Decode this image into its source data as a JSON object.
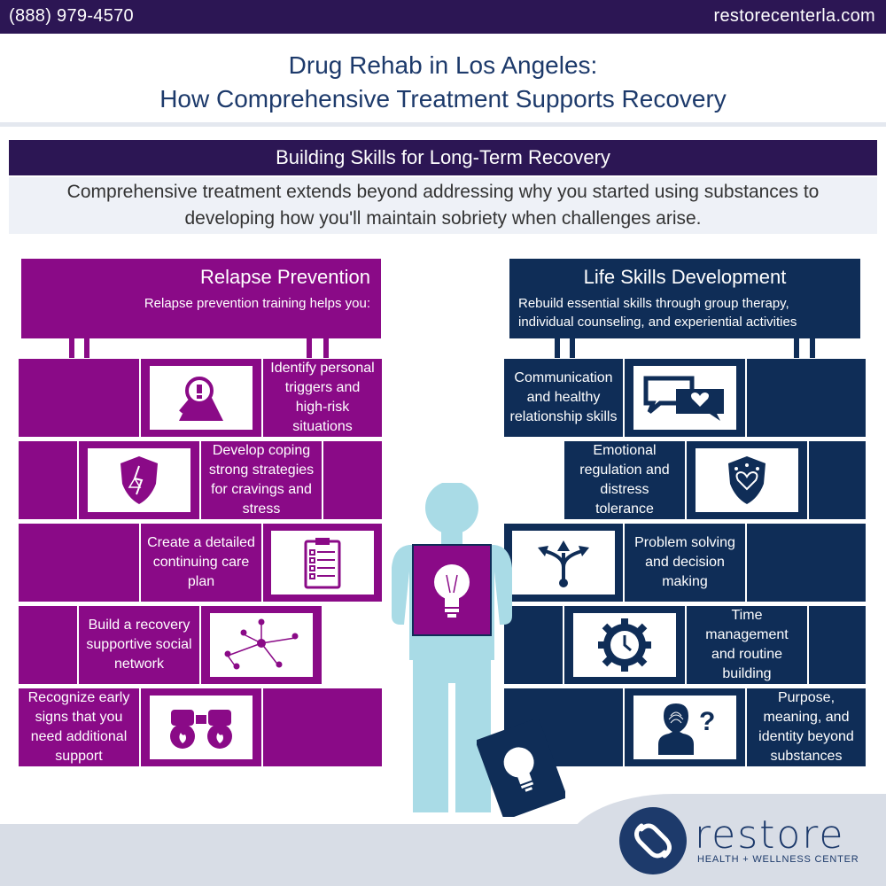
{
  "header": {
    "phone": "(888) 979-4570",
    "site": "restorecenterla.com"
  },
  "title": {
    "line1": "Drug Rehab in Los Angeles:",
    "line2": "How Comprehensive Treatment Supports Recovery"
  },
  "section": {
    "heading": "Building Skills for Long-Term Recovery",
    "intro_line1": "Comprehensive treatment extends beyond addressing why you started using substances to",
    "intro_line2": "developing how you'll maintain sobriety when challenges arise."
  },
  "relapse": {
    "heading": "Relapse Prevention",
    "subheading": "Relapse prevention training helps you:",
    "items": [
      {
        "lines": [
          "Identify personal",
          "triggers and",
          "high-risk",
          "situations"
        ],
        "icon": "trigger-search-icon"
      },
      {
        "lines": [
          "Develop coping",
          "strong strategies",
          "for cravings and",
          "stress"
        ],
        "icon": "shield-crack-icon"
      },
      {
        "lines": [
          "Create a detailed",
          "continuing care",
          "plan"
        ],
        "icon": "clipboard-icon"
      },
      {
        "lines": [
          "Build a recovery",
          "supportive social",
          "network"
        ],
        "icon": "network-icon"
      },
      {
        "lines": [
          "Recognize early",
          "signs that you",
          "need additional",
          "support"
        ],
        "icon": "binoculars-icon"
      }
    ]
  },
  "lifeskills": {
    "heading": "Life Skills Development",
    "subheading_line1": "Rebuild essential skills through  group therapy,",
    "subheading_line2": "individual counseling, and experiential activities",
    "items": [
      {
        "lines": [
          "Communication",
          "and healthy",
          "relationship skills"
        ],
        "icon": "chat-heart-icon"
      },
      {
        "lines": [
          "Emotional",
          "regulation and",
          "distress",
          "tolerance"
        ],
        "icon": "shield-heart-icon"
      },
      {
        "lines": [
          "Problem solving",
          "and decision",
          "making"
        ],
        "icon": "crossroads-arrows-icon"
      },
      {
        "lines": [
          "Time",
          "management",
          "and routine",
          "building"
        ],
        "icon": "gear-clock-icon"
      },
      {
        "lines": [
          "Purpose,",
          "meaning, and",
          "identity beyond",
          "substances"
        ],
        "icon": "head-question-icon"
      }
    ]
  },
  "colors": {
    "purple": "#8a0a87",
    "navy": "#0f2d57",
    "dark_bar": "#2c1654",
    "title_blue": "#1d3a6b",
    "person": "#a9dbe6"
  },
  "logo": {
    "word": "restore",
    "tagline": "HEALTH + WELLNESS CENTER"
  }
}
